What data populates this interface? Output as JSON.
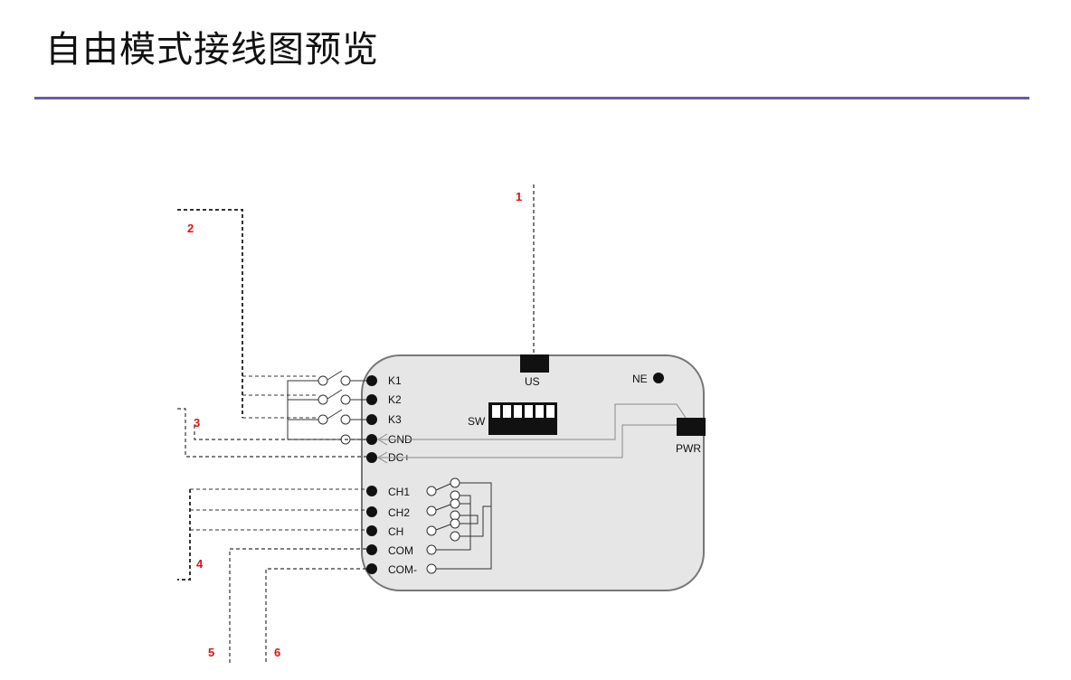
{
  "page": {
    "title": "自由模式接线图预览"
  },
  "device": {
    "connectors": {
      "us": "US",
      "ne": "NE",
      "pwr": "PWR",
      "sw": "SW"
    },
    "left_terminals": [
      "K1",
      "K2",
      "K3",
      "GND",
      "DC+"
    ],
    "bottom_terminals": [
      "CH1",
      "CH2",
      "CH",
      "COM",
      "COM-"
    ]
  },
  "callouts": [
    "1",
    "2",
    "3",
    "4",
    "5",
    "6"
  ]
}
